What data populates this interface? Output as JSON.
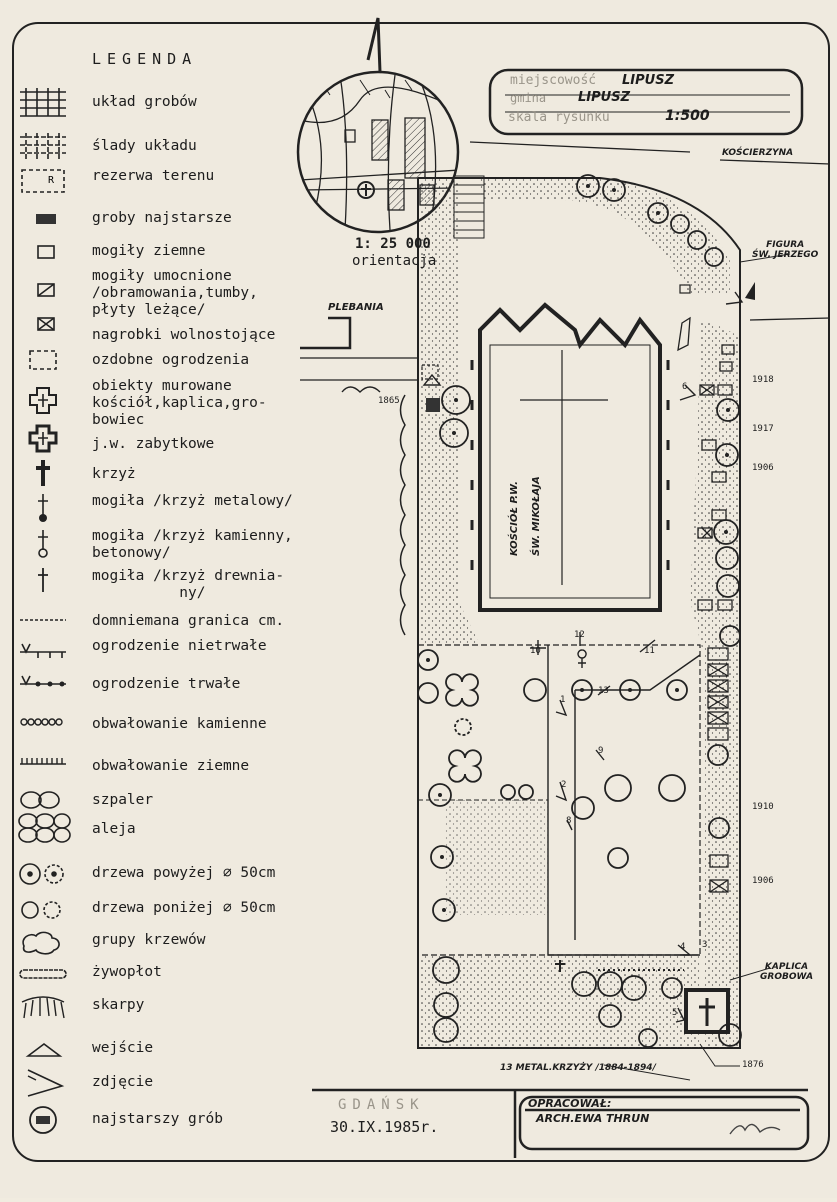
{
  "legend": {
    "title": "LEGENDA",
    "items": [
      {
        "label": "układ grobów",
        "icon": "grid-icon"
      },
      {
        "label": "ślady układu",
        "icon": "dashed-grid-icon"
      },
      {
        "label": "rezerwa terenu",
        "icon": "reserve-icon"
      },
      {
        "label": "groby najstarsze",
        "icon": "oldest-graves-icon"
      },
      {
        "label": "mogiły ziemne",
        "icon": "rectangle-icon"
      },
      {
        "label": "mogiły umocnione\n/obramowania,tumby,\npłyty leżące/",
        "icon": "diagonal-box-icon"
      },
      {
        "label": "nagrobki wolnostojące",
        "icon": "cross-box-icon"
      },
      {
        "label": "ozdobne ogrodzenia",
        "icon": "dashed-box-icon"
      },
      {
        "label": "obiekty murowane\nkościół,kaplica,gro-\nbowiec",
        "icon": "masonry-icon"
      },
      {
        "label": "j.w. zabytkowe",
        "icon": "historic-masonry-icon"
      },
      {
        "label": "krzyż",
        "icon": "cross-icon"
      },
      {
        "label": "mogiła /krzyż metalowy/",
        "icon": "metal-cross-icon"
      },
      {
        "label": "mogiła /krzyż kamienny,\nbetonowy/",
        "icon": "stone-cross-icon"
      },
      {
        "label": "mogiła /krzyż drewnia-\n          ny/",
        "icon": "wooden-cross-icon"
      },
      {
        "label": "domniemana granica cm.",
        "icon": "dashed-line-icon"
      },
      {
        "label": "ogrodzenie nietrwałe",
        "icon": "temporary-fence-icon"
      },
      {
        "label": "ogrodzenie trwałe",
        "icon": "permanent-fence-icon"
      },
      {
        "label": "obwałowanie kamienne",
        "icon": "stone-embankment-icon"
      },
      {
        "label": "obwałowanie ziemne",
        "icon": "earth-embankment-icon"
      },
      {
        "label": "szpaler",
        "icon": "hedge-row-icon"
      },
      {
        "label": "aleja",
        "icon": "avenue-icon"
      },
      {
        "label": "drzewa powyżej ∅ 50cm",
        "icon": "large-tree-icon"
      },
      {
        "label": "drzewa poniżej ∅ 50cm",
        "icon": "small-tree-icon"
      },
      {
        "label": "grupy krzewów",
        "icon": "shrub-group-icon"
      },
      {
        "label": "żywopłot",
        "icon": "live-hedge-icon"
      },
      {
        "label": "skarpy",
        "icon": "slope-icon"
      },
      {
        "label": "wejście",
        "icon": "entrance-icon"
      },
      {
        "label": "zdjęcie",
        "icon": "photo-icon"
      },
      {
        "label": "najstarszy grób",
        "icon": "oldest-grave-icon"
      }
    ]
  },
  "title_block": {
    "miejscowosc_label": "miejscowość",
    "miejscowosc_value": "LIPUSZ",
    "gmina_label": "gmina",
    "gmina_value": "LIPUSZ",
    "scale_label": "skala rysunku",
    "scale_value": "1:500"
  },
  "orientation": {
    "scale": "1: 25 000",
    "label": "orientacja"
  },
  "plan_labels": {
    "road": "KOŚCIERZYNA",
    "figure": "FIGURA\nŚW. JERZEGO",
    "rectory": "PLEBANIA",
    "church": "KOŚCIÓŁ P.W.\nŚW. MIKOŁAJA",
    "chapel": "KAPLICA\nGROBOWA",
    "crosses_note": "13 METAL.KRZYŻY /1884-1894/",
    "years": [
      "1865",
      "1918",
      "1917",
      "1906",
      "1910",
      "1906",
      "1876"
    ],
    "photos": [
      "1",
      "2",
      "3",
      "4",
      "5",
      "6",
      "8",
      "9",
      "10",
      "11",
      "12",
      "13"
    ]
  },
  "footer": {
    "city": "GDAŃSK",
    "date": "30.IX.1985r.",
    "prepared_label": "OPRACOWAŁ:",
    "author": "ARCH.EWA THRUN"
  },
  "colors": {
    "ink": "#1d1d1d",
    "paper": "#efeadf"
  }
}
